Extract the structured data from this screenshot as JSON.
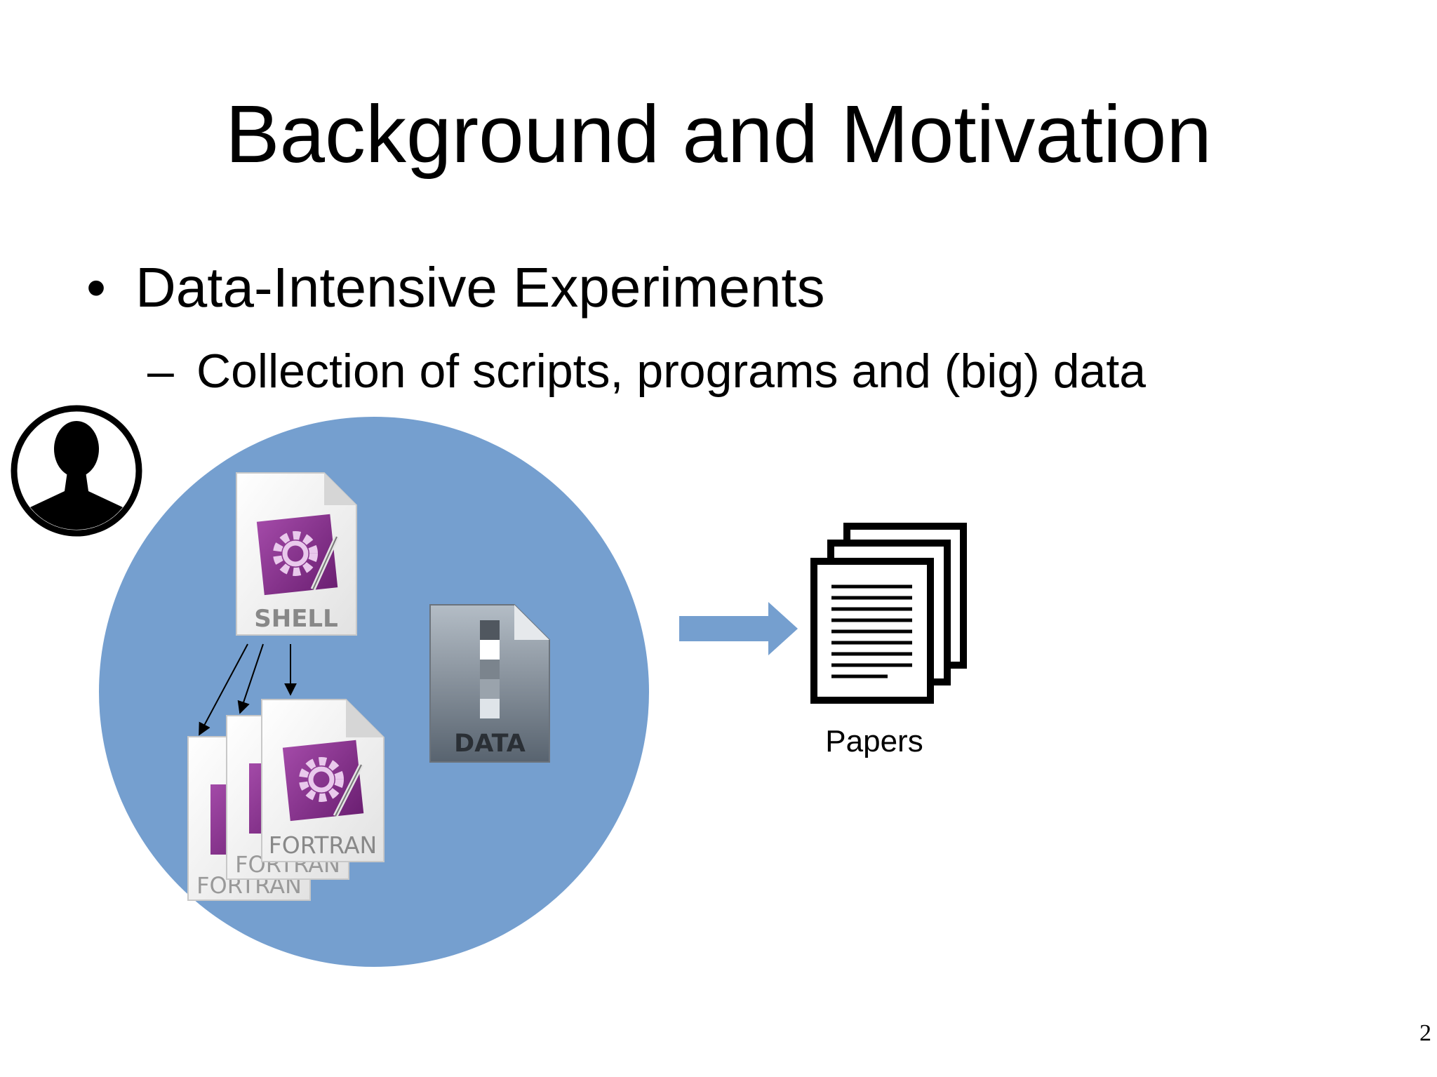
{
  "slide": {
    "title": "Background and Motivation",
    "page_number": "2"
  },
  "bullets": [
    {
      "mark": "•",
      "text": "Data-Intensive Experiments",
      "sub": [
        {
          "mark": "–",
          "text": "Collection of scripts, programs and (big) data"
        }
      ]
    }
  ],
  "diagram": {
    "user_icon": "user-silhouette-icon",
    "circle_color": "#759fcf",
    "files": {
      "shell": "SHELL",
      "fortran": "FORTRAN",
      "data": "DATA"
    },
    "papers_icon": "stacked-documents-icon",
    "papers_label": "Papers",
    "accent_purple": "#8a2d8f",
    "arrow_color": "#759fcf"
  }
}
